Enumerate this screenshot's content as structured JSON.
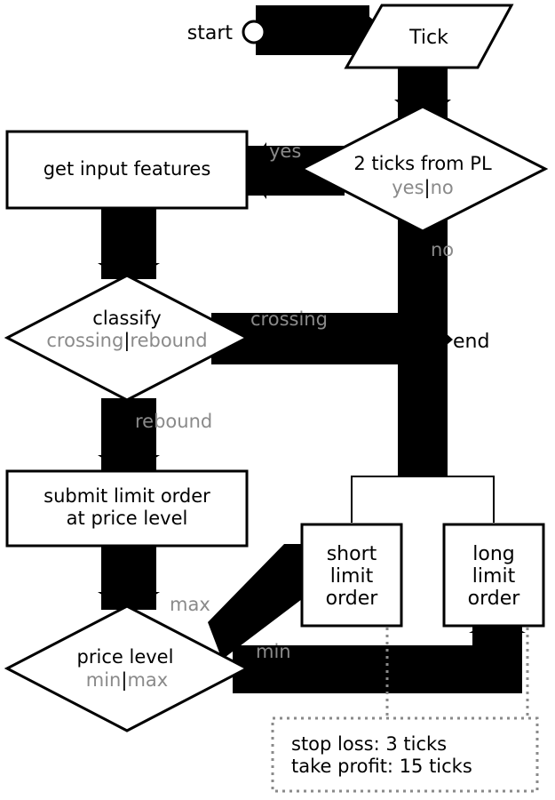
{
  "start": {
    "label": "start"
  },
  "tick": {
    "label": "Tick"
  },
  "decision_pl": {
    "label": "2 ticks from PL",
    "opt_yes": "yes",
    "sep": "|",
    "opt_no": "no"
  },
  "features": {
    "label": "get input features"
  },
  "classify": {
    "label": "classify",
    "opt_crossing": "crossing",
    "sep": "|",
    "opt_rebound": "rebound"
  },
  "end": {
    "label": "end"
  },
  "submit": {
    "line1": "submit limit order",
    "line2": "at price level"
  },
  "price_level": {
    "label": "price level",
    "opt_min": "min",
    "sep": "|",
    "opt_max": "max"
  },
  "short_order": {
    "line1": "short",
    "line2": "limit",
    "line3": "order"
  },
  "long_order": {
    "line1": "long",
    "line2": "limit",
    "line3": "order"
  },
  "note": {
    "line1": "stop loss: 3 ticks",
    "line2": "take profit: 15 ticks"
  },
  "edge_labels": {
    "yes": "yes",
    "no": "no",
    "crossing": "crossing",
    "rebound": "rebound",
    "max": "max",
    "min": "min"
  }
}
